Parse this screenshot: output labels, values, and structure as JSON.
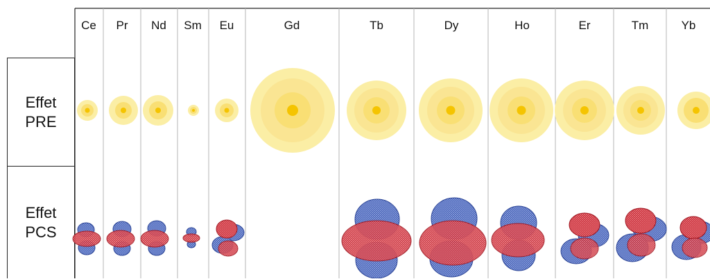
{
  "elements": [
    "Ce",
    "Pr",
    "Nd",
    "Sm",
    "Eu",
    "Gd",
    "Tb",
    "Dy",
    "Ho",
    "Er",
    "Tm",
    "Yb"
  ],
  "rows": {
    "pre": "Effet\nPRE",
    "pcs": "Effet\nPCS"
  },
  "colors": {
    "pre_outer": "#fbeea5",
    "pre_mid": "#f9df74",
    "pre_core": "#f5c400",
    "pcs_positive": "#d62a36",
    "pcs_negative": "#3f5fb5",
    "grid_line": "#b5b5b5"
  }
}
